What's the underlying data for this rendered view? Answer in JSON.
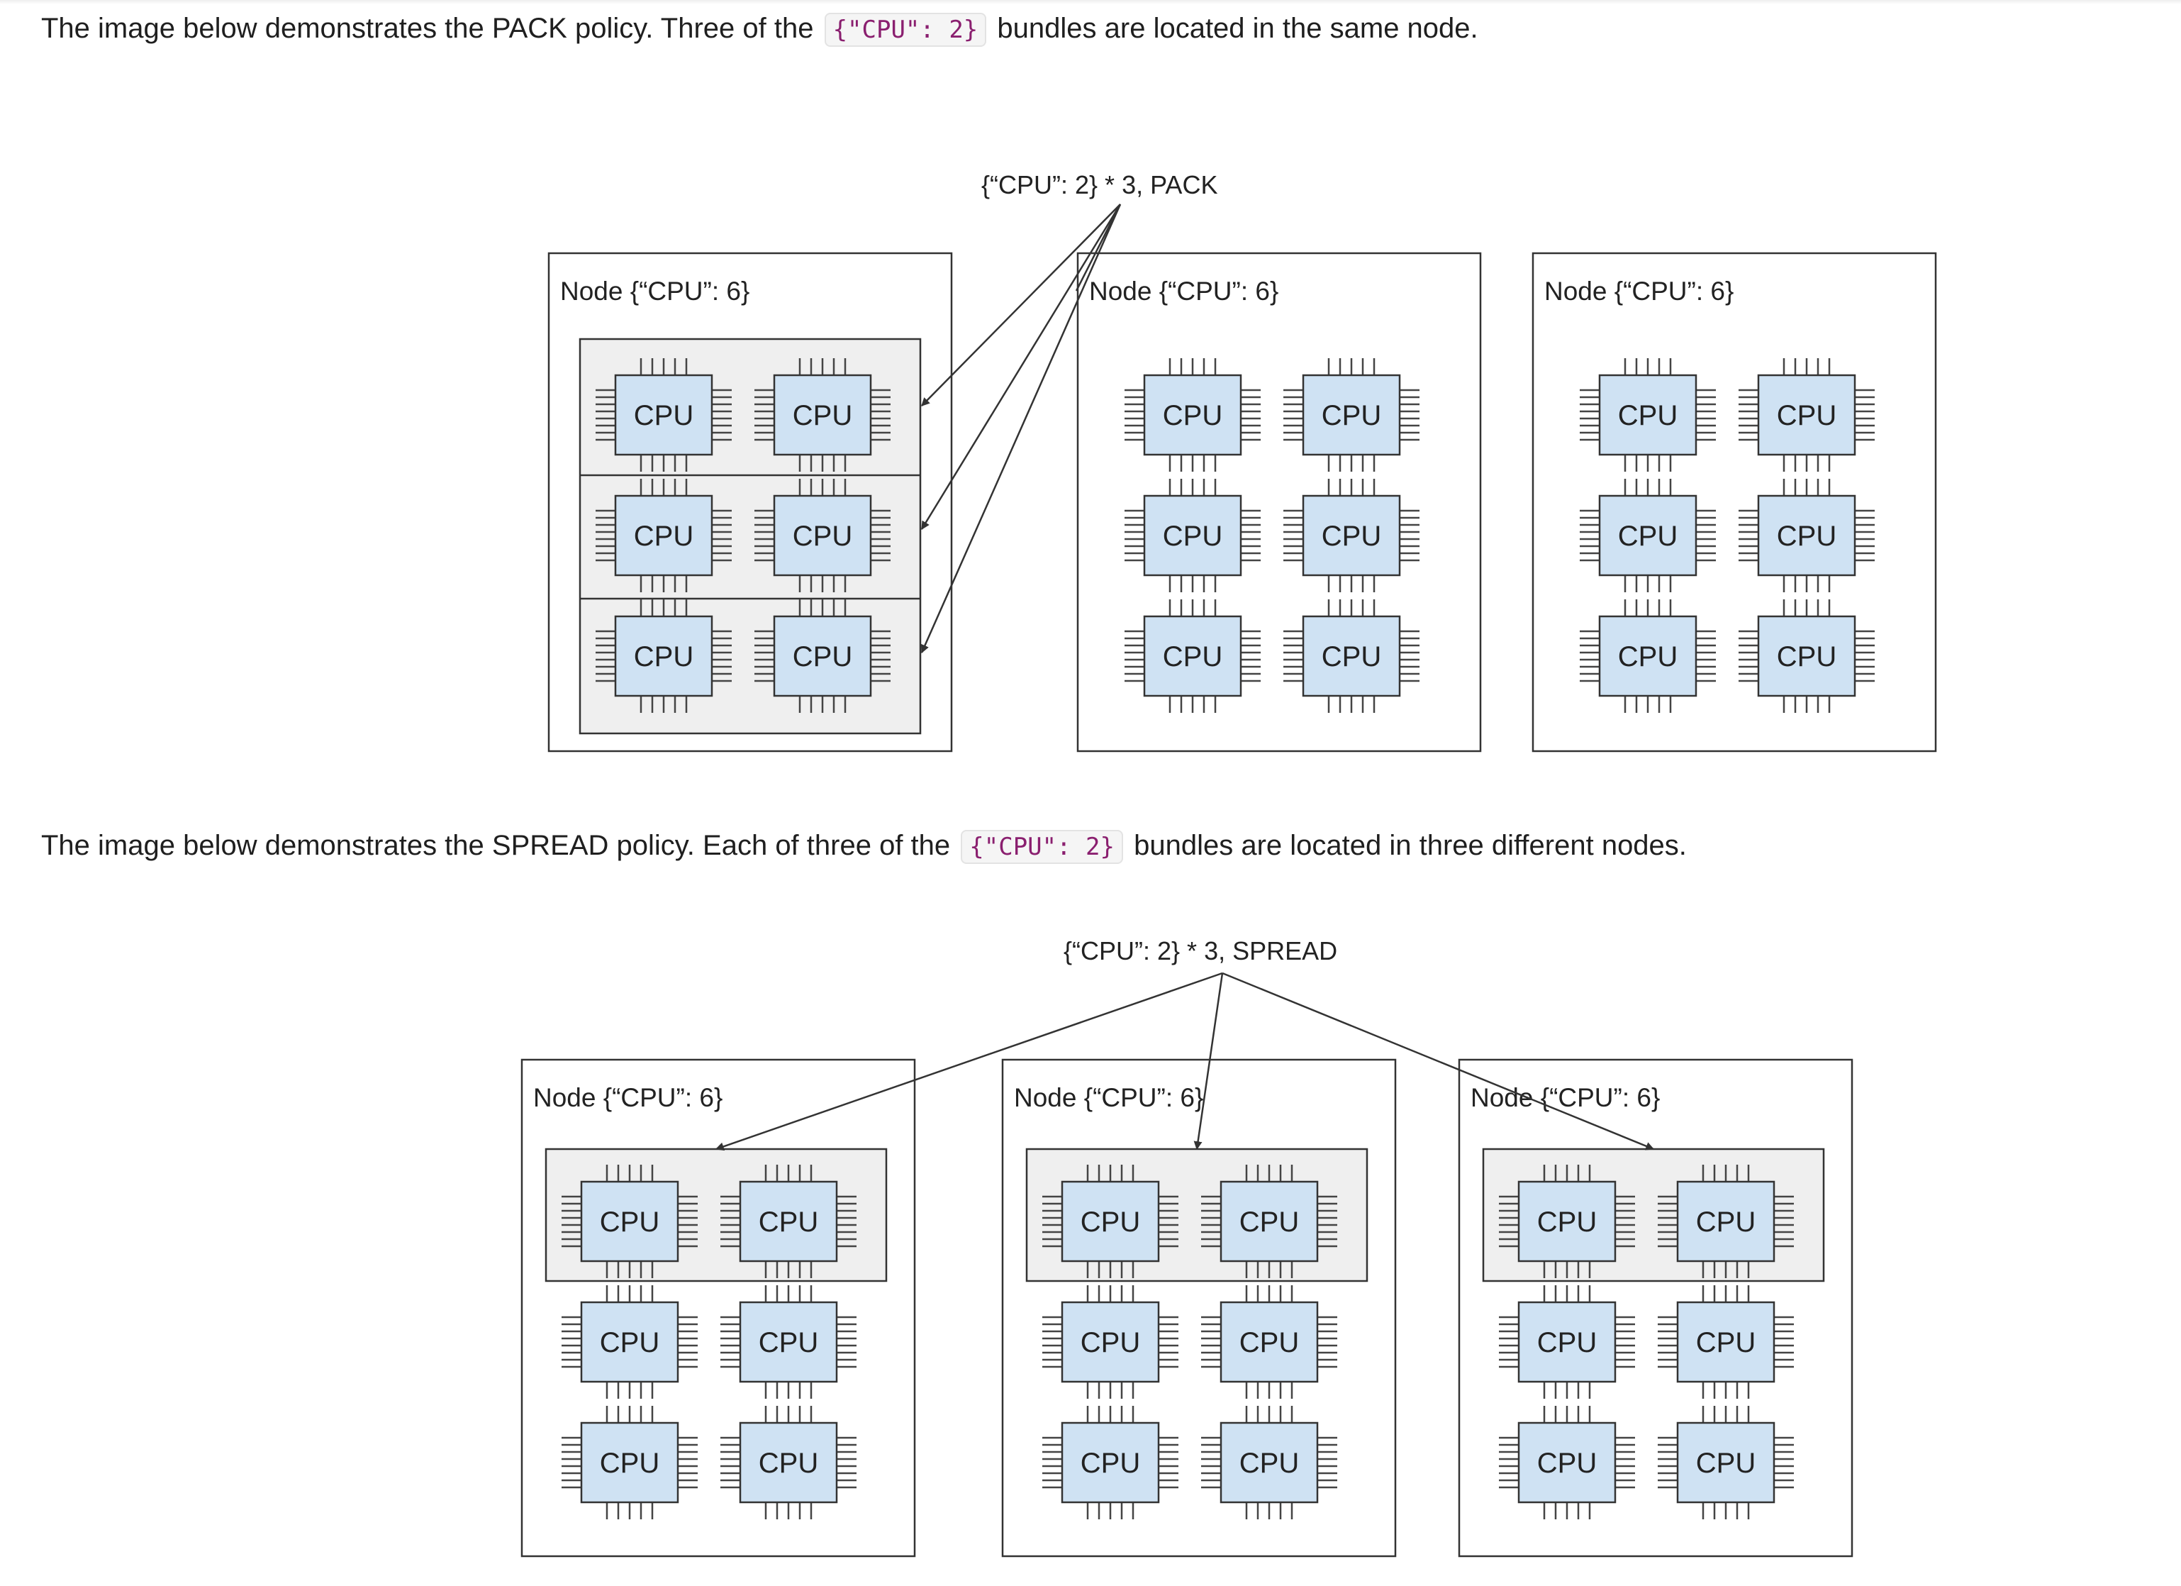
{
  "pack_section": {
    "text_before": "The image below demonstrates the PACK policy. Three of the",
    "code": "{\"CPU\": 2}",
    "text_after": "bundles are located in the same node.",
    "diagram": {
      "request_label": "{“CPU”: 2} * 3, PACK",
      "nodes": [
        {
          "label": "Node {“CPU”: 6}",
          "bundles": 3
        },
        {
          "label": "Node {“CPU”: 6}",
          "bundles": 0
        },
        {
          "label": "Node {“CPU”: 6}",
          "bundles": 0
        }
      ],
      "chip_label": "CPU"
    }
  },
  "spread_section": {
    "text_before": "The image below demonstrates the SPREAD policy. Each of three of the",
    "code": "{\"CPU\": 2}",
    "text_after": "bundles are located in three different nodes.",
    "diagram": {
      "request_label": "{“CPU”: 2} * 3, SPREAD",
      "nodes": [
        {
          "label": "Node {“CPU”: 6}",
          "bundles": 1
        },
        {
          "label": "Node {“CPU”: 6}",
          "bundles": 1
        },
        {
          "label": "Node {“CPU”: 6}",
          "bundles": 1
        }
      ],
      "chip_label": "CPU"
    }
  },
  "colors": {
    "chip_fill": "#cfe2f3",
    "bundle_fill": "#efefef",
    "stroke": "#333333",
    "code_text": "#8a1f6f"
  }
}
